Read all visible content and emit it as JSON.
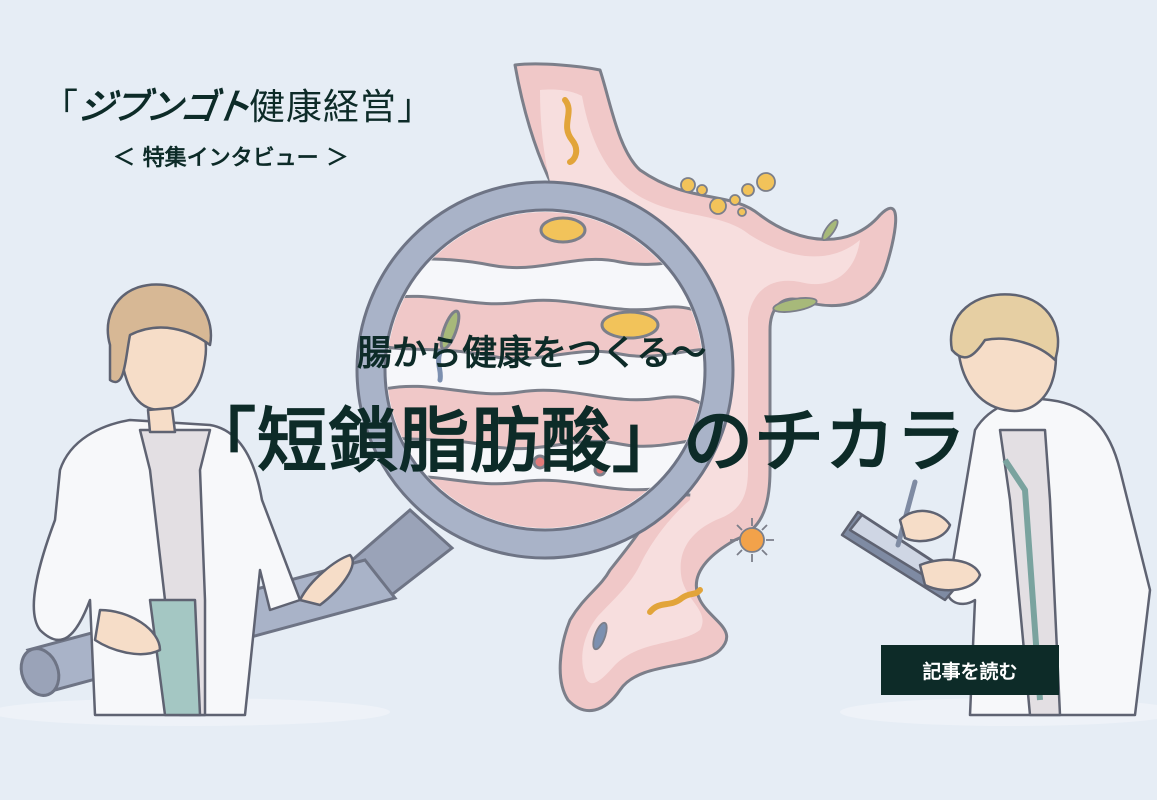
{
  "series": {
    "open_bracket": "「",
    "brand": "ジブンゴト",
    "name": "健康経営",
    "close_bracket": "」",
    "subtitle": "＜ 特集インタビュー ＞"
  },
  "catchphrase": "腸から健康をつくる〜",
  "headline": "「短鎖脂肪酸」のチカラ",
  "cta": {
    "label": "記事を読む"
  },
  "illustration": {
    "icons": [
      "intestine-icon",
      "magnifying-glass-icon",
      "bacteria-icon",
      "researcher-female",
      "researcher-male",
      "tablet-icon",
      "pen-icon"
    ],
    "colors": {
      "background": "#e6edf5",
      "intestine": "#f0c8c8",
      "intestine_outline": "#7c7f8a",
      "lens_frame": "#a9b3c8",
      "ink": "#0d2b28",
      "accent_yellow": "#f2c35a",
      "accent_green": "#a7b97a",
      "coat": "#f7f8fa"
    }
  }
}
